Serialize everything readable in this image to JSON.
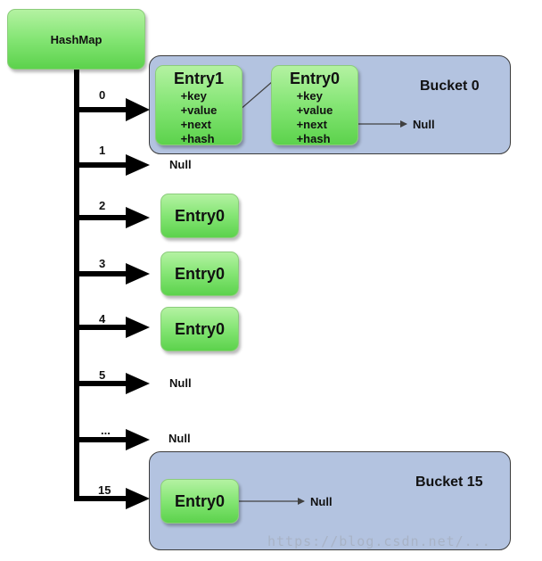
{
  "hashmap": {
    "label": "HashMap"
  },
  "indices": [
    "0",
    "1",
    "2",
    "3",
    "4",
    "5",
    "...",
    "15"
  ],
  "buckets": [
    {
      "label": "Bucket 0"
    },
    {
      "label": "Bucket 15"
    }
  ],
  "entries": {
    "bucket0_first": {
      "title": "Entry1",
      "fields": [
        "+key",
        "+value",
        "+next",
        "+hash"
      ]
    },
    "bucket0_second": {
      "title": "Entry0",
      "fields": [
        "+key",
        "+value",
        "+next",
        "+hash"
      ]
    },
    "slot2": {
      "title": "Entry0"
    },
    "slot3": {
      "title": "Entry0"
    },
    "slot4": {
      "title": "Entry0"
    },
    "slot15": {
      "title": "Entry0"
    }
  },
  "nulls": {
    "bucket0_next": "Null",
    "slot1": "Null",
    "slot5": "Null",
    "slot_ellipsis": "Null",
    "slot15_next": "Null"
  },
  "watermark": "https://blog.csdn.net/..."
}
